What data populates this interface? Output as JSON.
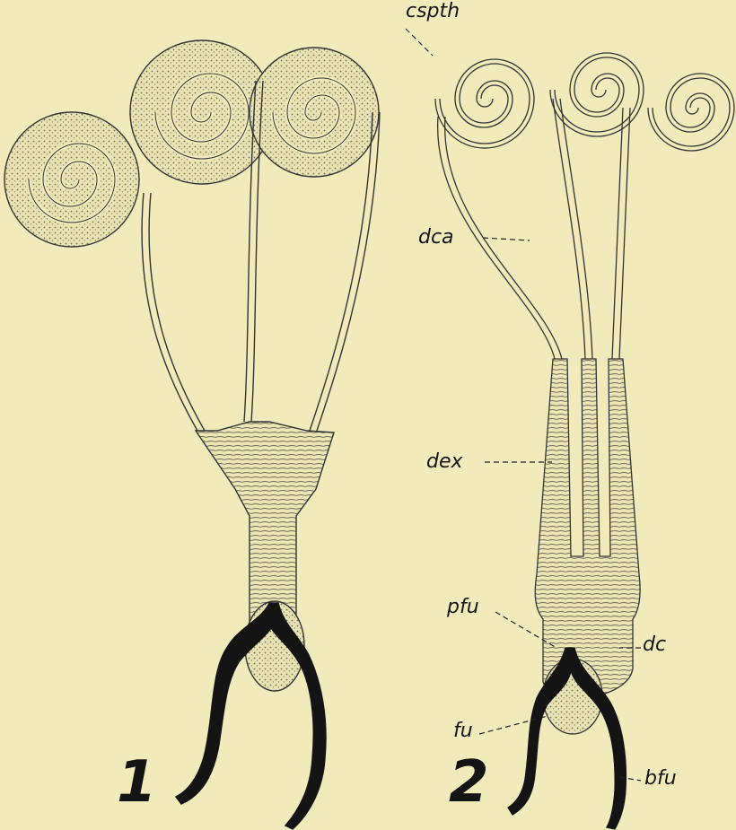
{
  "figures": [
    {
      "number": "1"
    },
    {
      "number": "2"
    }
  ],
  "labels": {
    "cspth": "cspth",
    "dca": "dca",
    "dex": "dex",
    "pfu": "pfu",
    "dc": "dc",
    "fu": "fu",
    "bfu": "bfu"
  },
  "colors": {
    "background": "#f1ebbc",
    "ink": "#141414"
  }
}
